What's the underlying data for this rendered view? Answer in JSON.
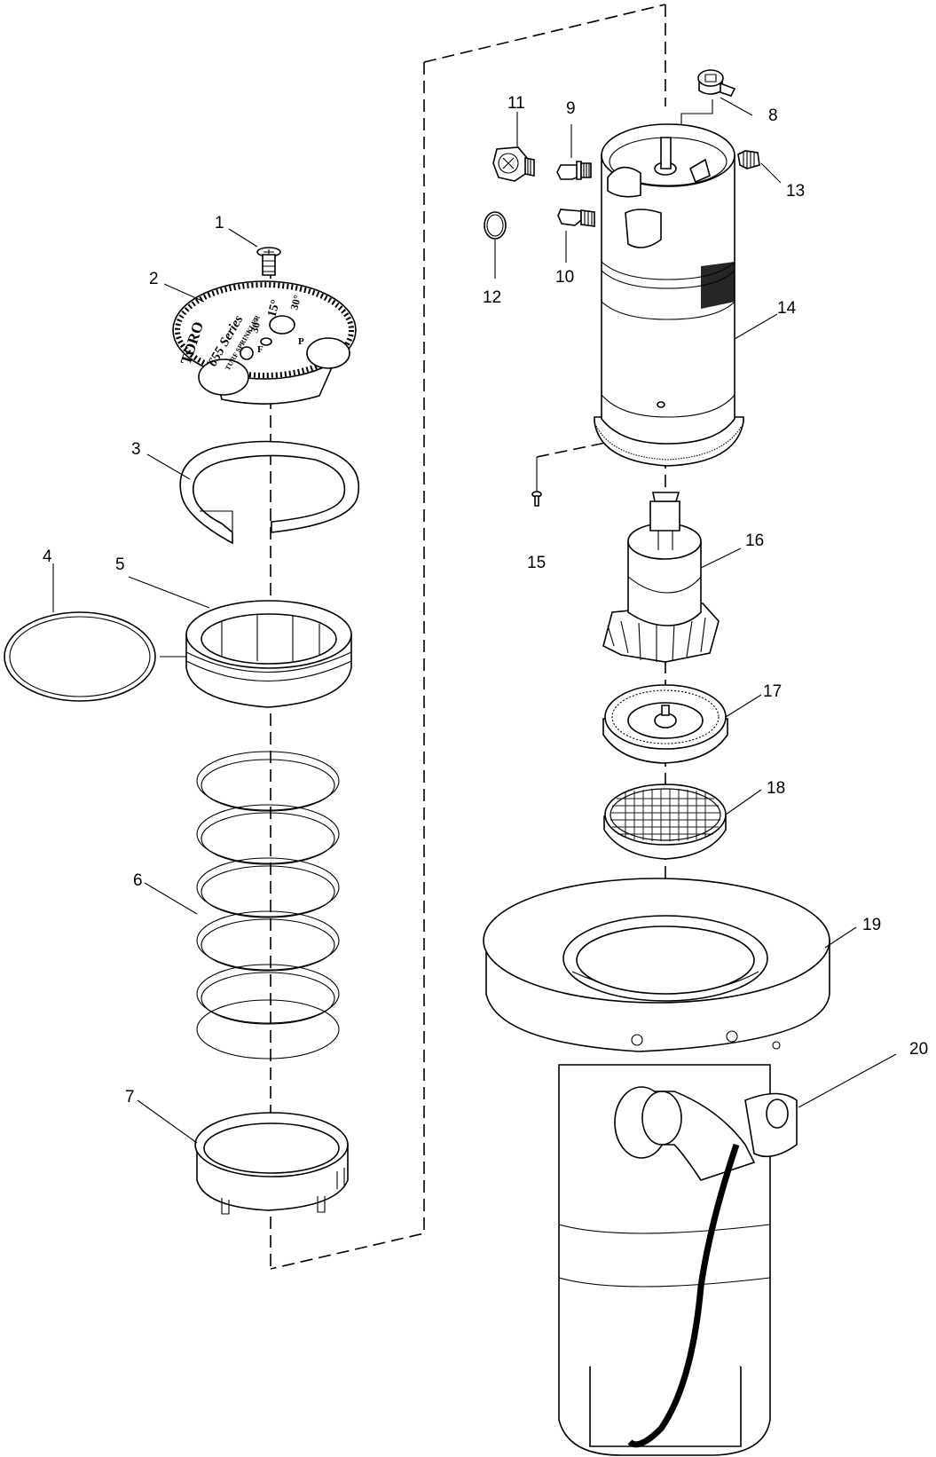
{
  "diagram": {
    "callouts": [
      "1",
      "2",
      "3",
      "4",
      "5",
      "6",
      "7",
      "8",
      "9",
      "10",
      "11",
      "12",
      "13",
      "14",
      "15",
      "16",
      "17",
      "18",
      "19",
      "20"
    ],
    "cover_print": {
      "brand": "TORO",
      "series": "655 Series",
      "subtitle": "TURF SPRINKLER",
      "arc_left": "30°",
      "arc_mid": "15°",
      "arc_right": "30°",
      "dial_left": "F",
      "dial_right": "P"
    }
  }
}
